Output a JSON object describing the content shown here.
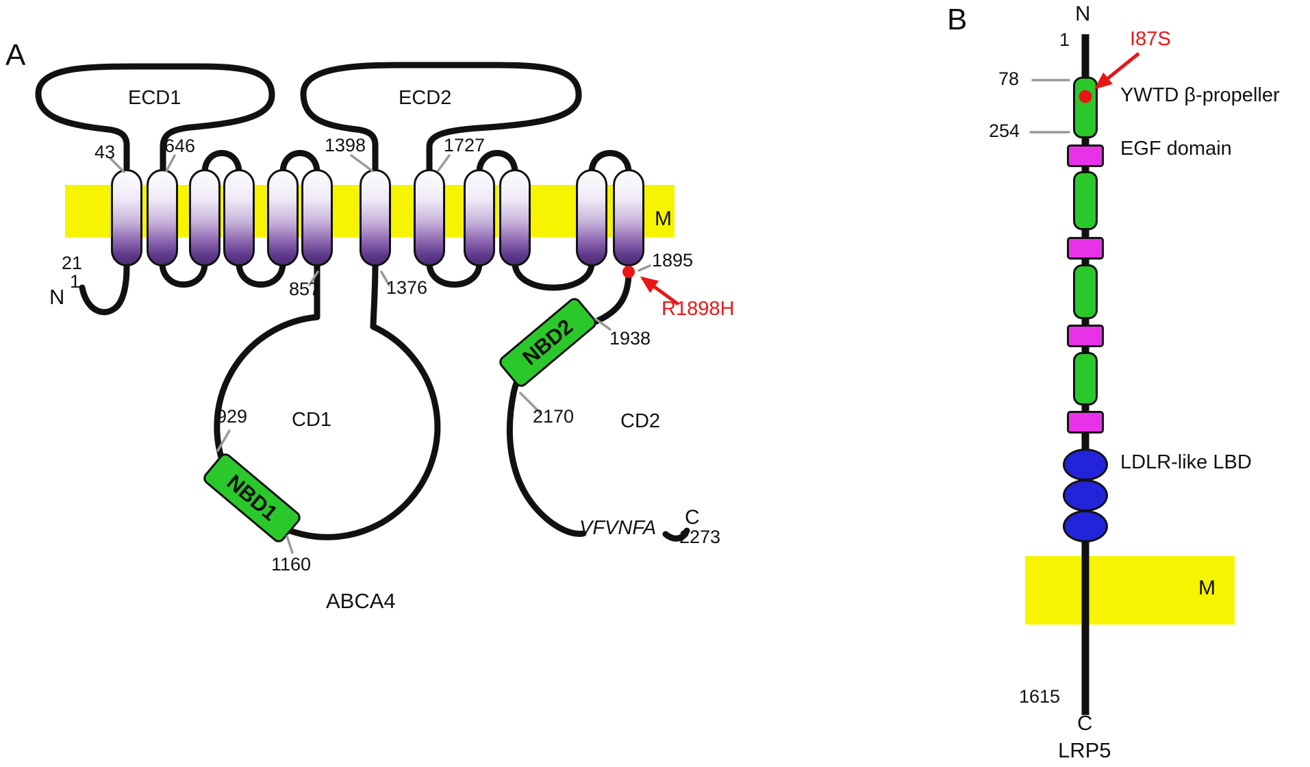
{
  "figure": {
    "panel_a": {
      "panel_label": "A",
      "protein_name": "ABCA4",
      "membrane_label": "M",
      "n_terminus": "N",
      "c_terminus": "C",
      "motif": "VFVNFA",
      "mutation": "R1898H",
      "domains": {
        "ecd1": "ECD1",
        "ecd2": "ECD2",
        "cd1": "CD1",
        "cd2": "CD2",
        "nbd1": "NBD1",
        "nbd2": "NBD2"
      },
      "residue_numbers": {
        "n1": "1",
        "n21": "21",
        "n43": "43",
        "n646": "646",
        "n857": "857",
        "n929": "929",
        "n1160": "1160",
        "n1376": "1376",
        "n1398": "1398",
        "n1727": "1727",
        "n1895": "1895",
        "n1938": "1938",
        "n2170": "2170",
        "n2273": "2273"
      }
    },
    "panel_b": {
      "panel_label": "B",
      "protein_name": "LRP5",
      "membrane_label": "M",
      "n_terminus": "N",
      "c_terminus": "C",
      "mutation": "I87S",
      "domain_labels": {
        "propeller": "YWTD β-propeller",
        "egf": "EGF domain",
        "ldlr": "LDLR-like LBD"
      },
      "residue_numbers": {
        "n1": "1",
        "n78": "78",
        "n254": "254",
        "n1615": "1615"
      }
    },
    "colors": {
      "membrane_yellow": "#f6f400",
      "helix_purple": "#5e3a8c",
      "nbd_green": "#2bc82b",
      "egf_magenta": "#e832e8",
      "ldlr_blue": "#2323d9",
      "mutation_red": "#e81717"
    }
  }
}
